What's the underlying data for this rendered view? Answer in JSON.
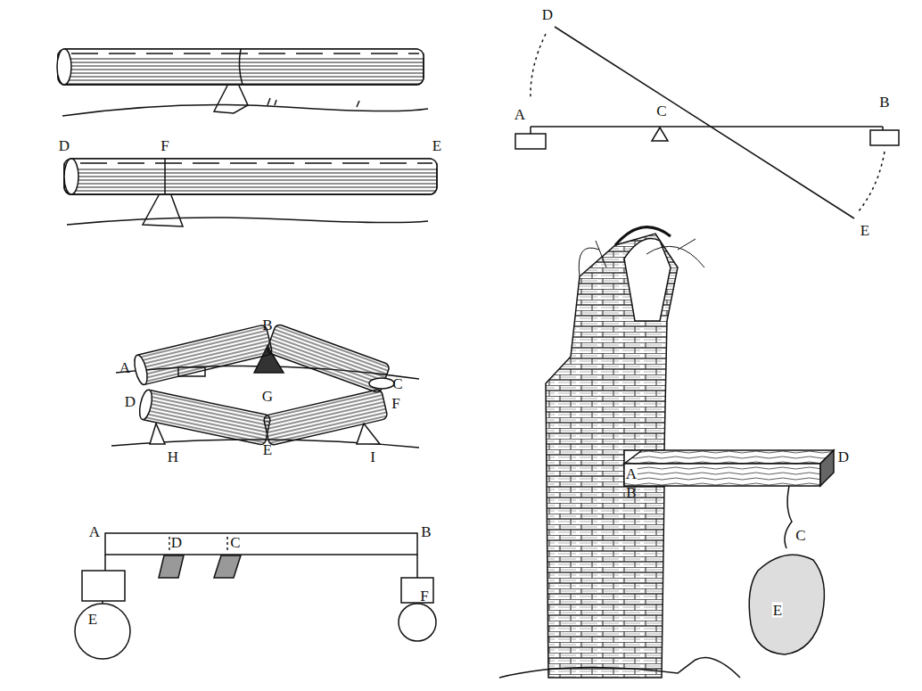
{
  "diagram": {
    "labels": [
      "D",
      "F",
      "E",
      "D",
      "C",
      "A",
      "B",
      "E",
      "A",
      "B",
      "C",
      "G",
      "D",
      "E",
      "F",
      "H",
      "I",
      "A",
      "D",
      "C",
      "B",
      "E",
      "F",
      "A",
      "B",
      "D",
      "C",
      "E"
    ]
  }
}
